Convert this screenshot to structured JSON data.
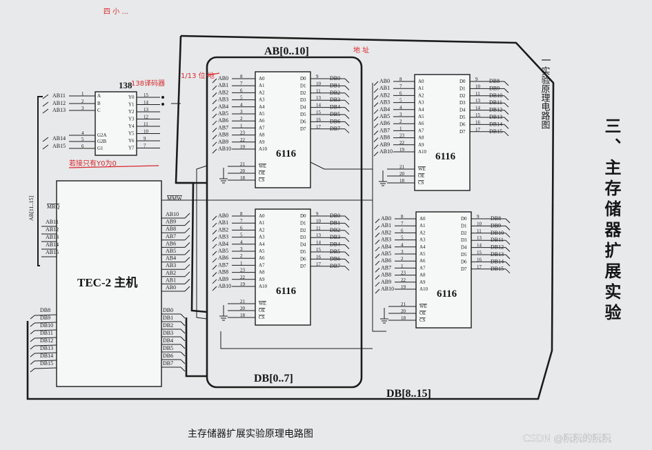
{
  "title_vertical": "三、主存储器扩展实验",
  "subtitle_vertical": "实验原理电路图",
  "section_num": "一",
  "caption": "主存储器扩展实验原理电路图",
  "watermark": "CSDN @阮阮的阮阮",
  "bus_labels": {
    "ab_top": "AB[0..10]",
    "ab_left": "AB[11..15]",
    "db_low": "DB[0..7]",
    "db_high": "DB[8..15]"
  },
  "host": {
    "name": "TEC-2 主机",
    "mrq": "MRQ",
    "mmw": "MMW",
    "ab_out": [
      "AB11",
      "AB12",
      "AB13",
      "AB14",
      "AB15"
    ],
    "ab_in": [
      "AB10",
      "AB9",
      "AB8",
      "AB7",
      "AB6",
      "AB5",
      "AB4",
      "AB3",
      "AB2",
      "AB1",
      "AB0"
    ],
    "db_left": [
      "DB8",
      "DB9",
      "DB10",
      "DB11",
      "DB12",
      "DB13",
      "DB14",
      "DB15"
    ],
    "db_right": [
      "DB0",
      "DB1",
      "DB2",
      "DB3",
      "DB4",
      "DB5",
      "DB6",
      "DB7"
    ]
  },
  "decoder": {
    "name": "138",
    "inputs_top": [
      "AB11",
      "AB12",
      "AB13"
    ],
    "inputs_bottom": [
      "AB14",
      "AB15"
    ],
    "pins_left": [
      "A",
      "B",
      "C",
      "G2A",
      "G2B",
      "G1"
    ],
    "pins_right": [
      "Y0",
      "Y1",
      "Y2",
      "Y3",
      "Y4",
      "Y5",
      "Y6",
      "Y7"
    ],
    "pin_numbers_left": [
      "1",
      "2",
      "3",
      "4",
      "5",
      "6"
    ],
    "pin_numbers_right": [
      "15",
      "14",
      "13",
      "12",
      "11",
      "10",
      "9",
      "7"
    ]
  },
  "ram": {
    "name": "6116",
    "addr_low": [
      "AB0",
      "AB1",
      "AB2",
      "AB3",
      "AB4",
      "AB5",
      "AB6",
      "AB7",
      "AB8",
      "AB9",
      "AB10"
    ],
    "addr_pins": [
      "A0",
      "A1",
      "A2",
      "A3",
      "A4",
      "A5",
      "A6",
      "A7",
      "A8",
      "A9",
      "A10"
    ],
    "addr_pin_numbers": [
      "8",
      "7",
      "6",
      "5",
      "4",
      "3",
      "2",
      "1",
      "23",
      "22",
      "19"
    ],
    "data_pins": [
      "D0",
      "D1",
      "D2",
      "D3",
      "D4",
      "D5",
      "D6",
      "D7"
    ],
    "data_pin_numbers": [
      "9",
      "10",
      "11",
      "13",
      "14",
      "15",
      "16",
      "17"
    ],
    "ctrl_pins": [
      "WE",
      "OE",
      "CS"
    ],
    "ctrl_pin_numbers": [
      "21",
      "20",
      "18"
    ],
    "db_low": [
      "DB0",
      "DB1",
      "DB2",
      "DB3",
      "DB4",
      "DB5",
      "DB6",
      "DB7"
    ],
    "db_high": [
      "DB8",
      "DB9",
      "DB10",
      "DB11",
      "DB12",
      "DB13",
      "DB14",
      "DB15"
    ]
  },
  "annotations": {
    "top": "四 小 ...",
    "decoder": "138译码器",
    "enable": "若接只有Y0为0",
    "arrow": "1/13 位 地",
    "bus": "地 址"
  }
}
